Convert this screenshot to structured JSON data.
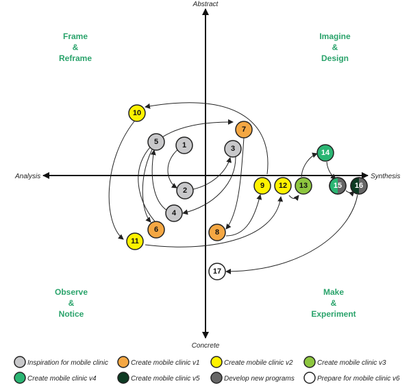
{
  "axes": {
    "top": "Abstract",
    "bottom": "Concrete",
    "left": "Analysis",
    "right": "Synthesis"
  },
  "quadrants": {
    "top_left": [
      "Frame",
      "&",
      "Reframe"
    ],
    "top_right": [
      "Imagine",
      "&",
      "Design"
    ],
    "bottom_left": [
      "Observe",
      "&",
      "Notice"
    ],
    "bottom_right": [
      "Make",
      "&",
      "Experiment"
    ]
  },
  "colors": {
    "title_green": "#2aa36b",
    "inspiration": "#c8c8ca",
    "v1": "#f4a743",
    "v2": "#fff200",
    "v3": "#8dc63f",
    "v4": "#2bb573",
    "v5": "#0d3a22",
    "new_programs": "#666666",
    "v6": "#ffffff"
  },
  "nodes": [
    {
      "label": "1",
      "category": "inspiration"
    },
    {
      "label": "2",
      "category": "inspiration"
    },
    {
      "label": "3",
      "category": "inspiration"
    },
    {
      "label": "4",
      "category": "inspiration"
    },
    {
      "label": "5",
      "category": "inspiration"
    },
    {
      "label": "6",
      "category": "v1"
    },
    {
      "label": "7",
      "category": "v1"
    },
    {
      "label": "8",
      "category": "v1"
    },
    {
      "label": "9",
      "category": "v2"
    },
    {
      "label": "10",
      "category": "v2"
    },
    {
      "label": "11",
      "category": "v2"
    },
    {
      "label": "12",
      "category": "v2"
    },
    {
      "label": "13",
      "category": "v3"
    },
    {
      "label": "14",
      "category": "v4"
    },
    {
      "label": "15",
      "category": "v4+new_programs"
    },
    {
      "label": "16",
      "category": "v5+new_programs"
    },
    {
      "label": "17",
      "category": "v6"
    }
  ],
  "legend": [
    {
      "key": "inspiration",
      "label": "Inspiration for mobile clinic"
    },
    {
      "key": "v1",
      "label": "Create mobile clinic v1"
    },
    {
      "key": "v2",
      "label": "Create mobile clinic v2"
    },
    {
      "key": "v3",
      "label": "Create mobile clinic v3"
    },
    {
      "key": "v4",
      "label": "Create mobile clinic v4"
    },
    {
      "key": "v5",
      "label": "Create mobile clinic v5"
    },
    {
      "key": "new_programs",
      "label": "Develop new programs"
    },
    {
      "key": "v6",
      "label": "Prepare for mobile clinic v6"
    }
  ]
}
